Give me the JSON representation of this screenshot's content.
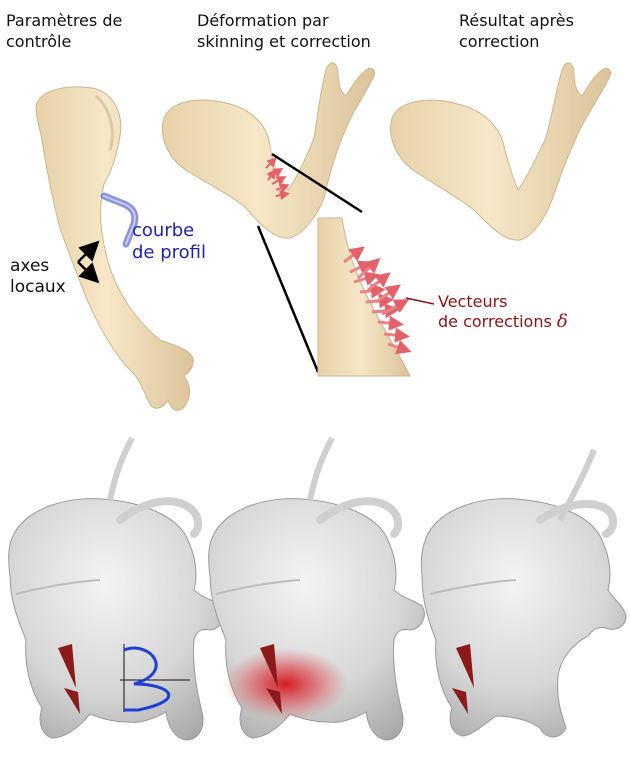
{
  "headers": {
    "col1": "Paramètres de\ncontrôle",
    "col2": "Déformation par\nskinning et correction",
    "col3": "Résultat après\ncorrection"
  },
  "annotations": {
    "profile_curve": "courbe\nde profil",
    "local_axes": "axes\nlocaux",
    "correction_vectors_line1": "Vecteurs",
    "correction_vectors_line2": "de corrections",
    "delta_symbol": "δ"
  },
  "colors": {
    "skin": "#f1dfbd",
    "skin_shadow": "#d9c29a",
    "profile_curve": "#7f86dd",
    "arrows": "#ef7f85",
    "elephant": "#d7d7d7",
    "tusk_marker": "#8b1a1a",
    "correction_heat": "#d0121b",
    "plot_blue": "#1f3fd8"
  }
}
